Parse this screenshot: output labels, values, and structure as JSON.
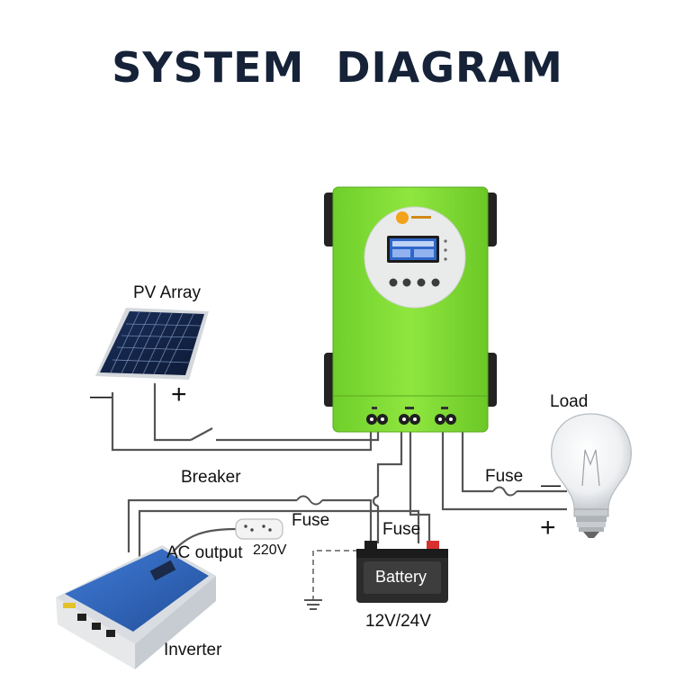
{
  "title": "SYSTEM   DIAGRAM",
  "colors": {
    "title": "#152238",
    "controller_body": "#86e23a",
    "controller_dark": "#232323",
    "wire": "#555555",
    "battery_body": "#2b2b2b",
    "battery_red": "#d8302e",
    "inverter_blue": "#2e63b8"
  },
  "labels": {
    "pv_array": "PV Array",
    "minus": "—",
    "plus": "+",
    "breaker": "Breaker",
    "load": "Load",
    "fuse_load": "Fuse",
    "load_minus": "—",
    "load_plus": "+",
    "fuse_ac": "Fuse",
    "fuse_battery": "Fuse",
    "ac_output": "AC output",
    "ac_voltage": "220V",
    "battery": "Battery",
    "battery_voltage": "12V/24V",
    "inverter": "Inverter"
  },
  "icons": [
    "solar-panel-icon",
    "charge-controller-icon",
    "light-bulb-icon",
    "battery-icon",
    "inverter-icon",
    "power-socket-icon",
    "ground-icon"
  ]
}
